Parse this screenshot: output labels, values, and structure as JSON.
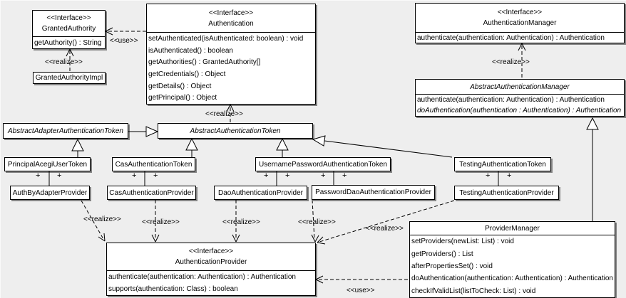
{
  "diagram": {
    "background_color": "#eeeeee",
    "box_fill_color": "#ffffff",
    "line_color": "#000000"
  },
  "classes": {
    "granted_authority": {
      "stereotype": "<<Interface>>",
      "name": "GrantedAuthority",
      "methods": [
        "getAuthority() : String"
      ]
    },
    "granted_authority_impl": {
      "name": "GrantedAuthorityImpl"
    },
    "authentication": {
      "stereotype": "<<Interface>>",
      "name": "Authentication",
      "methods": [
        "setAuthenticated(isAuthenticated: boolean) : void",
        "isAuthenticated() : boolean",
        "getAuthorities() : GrantedAuthority[]",
        "getCredentials() : Object",
        "getDetails() : Object",
        "getPrincipal() : Object"
      ]
    },
    "authentication_manager": {
      "stereotype": "<<Interface>>",
      "name": "AuthenticationManager",
      "methods": [
        "authenticate(authentication: Authentication) : Authentication"
      ]
    },
    "abstract_authentication_manager": {
      "name": "AbstractAuthenticationManager",
      "methods": [
        "authenticate(authentication: Authentication) : Authentication",
        "doAuthentication(authentication : Authentication) : Authentication"
      ]
    },
    "abstract_adapter_authentication_token": {
      "name": "AbstractAdapterAuthenticationToken"
    },
    "abstract_authentication_token": {
      "name": "AbstractAuthenticationToken"
    },
    "principal_acegi_user_token": {
      "name": "PrincipalAcegiUserToken"
    },
    "cas_authentication_token": {
      "name": "CasAuthenticationToken"
    },
    "username_password_authentication_token": {
      "name": "UsernamePasswordAuthenticationToken"
    },
    "testing_authentication_token": {
      "name": "TestingAuthenticationToken"
    },
    "auth_by_adapter_provider": {
      "name": "AuthByAdapterProvider"
    },
    "cas_authentication_provider": {
      "name": "CasAuthenticationProvider"
    },
    "dao_authentication_provider": {
      "name": "DaoAuthenticationProvider"
    },
    "password_dao_authentication_provider": {
      "name": "PasswordDaoAuthenticationProvider"
    },
    "testing_authentication_provider": {
      "name": "TestingAuthenticationProvider"
    },
    "authentication_provider": {
      "stereotype": "<<Interface>>",
      "name": "AuthenticationProvider",
      "methods": [
        "authenticate(authentication: Authentication) : Authentication",
        "supports(authentication: Class) : boolean"
      ]
    },
    "provider_manager": {
      "name": "ProviderManager",
      "methods": [
        "setProviders(newList: List) : void",
        "getProviders() : List",
        "afterPropertiesSet() : void",
        "doAuthentication(authentication: Authentication) : Authentication",
        "checkIfValidList(listToCheck: List) : void"
      ]
    }
  },
  "edge_labels": {
    "use_authentication_granted_authority": "<<use>>",
    "realize_granted_authority_impl": "<<realize>>",
    "realize_abstract_authentication_manager": "<<realize>>",
    "realize_abstract_authentication_token": "<<realize>>",
    "realize_auth_by_adapter_provider": "<<realize>>",
    "realize_cas_authentication_provider": "<<realize>>",
    "realize_dao_authentication_provider": "<<realize>>",
    "realize_password_dao_authentication_provider": "<<realize>>",
    "realize_testing_authentication_provider": "<<realize>>",
    "use_provider_manager_authentication_provider": "<<use>>"
  },
  "marks": {
    "plus": "+"
  }
}
